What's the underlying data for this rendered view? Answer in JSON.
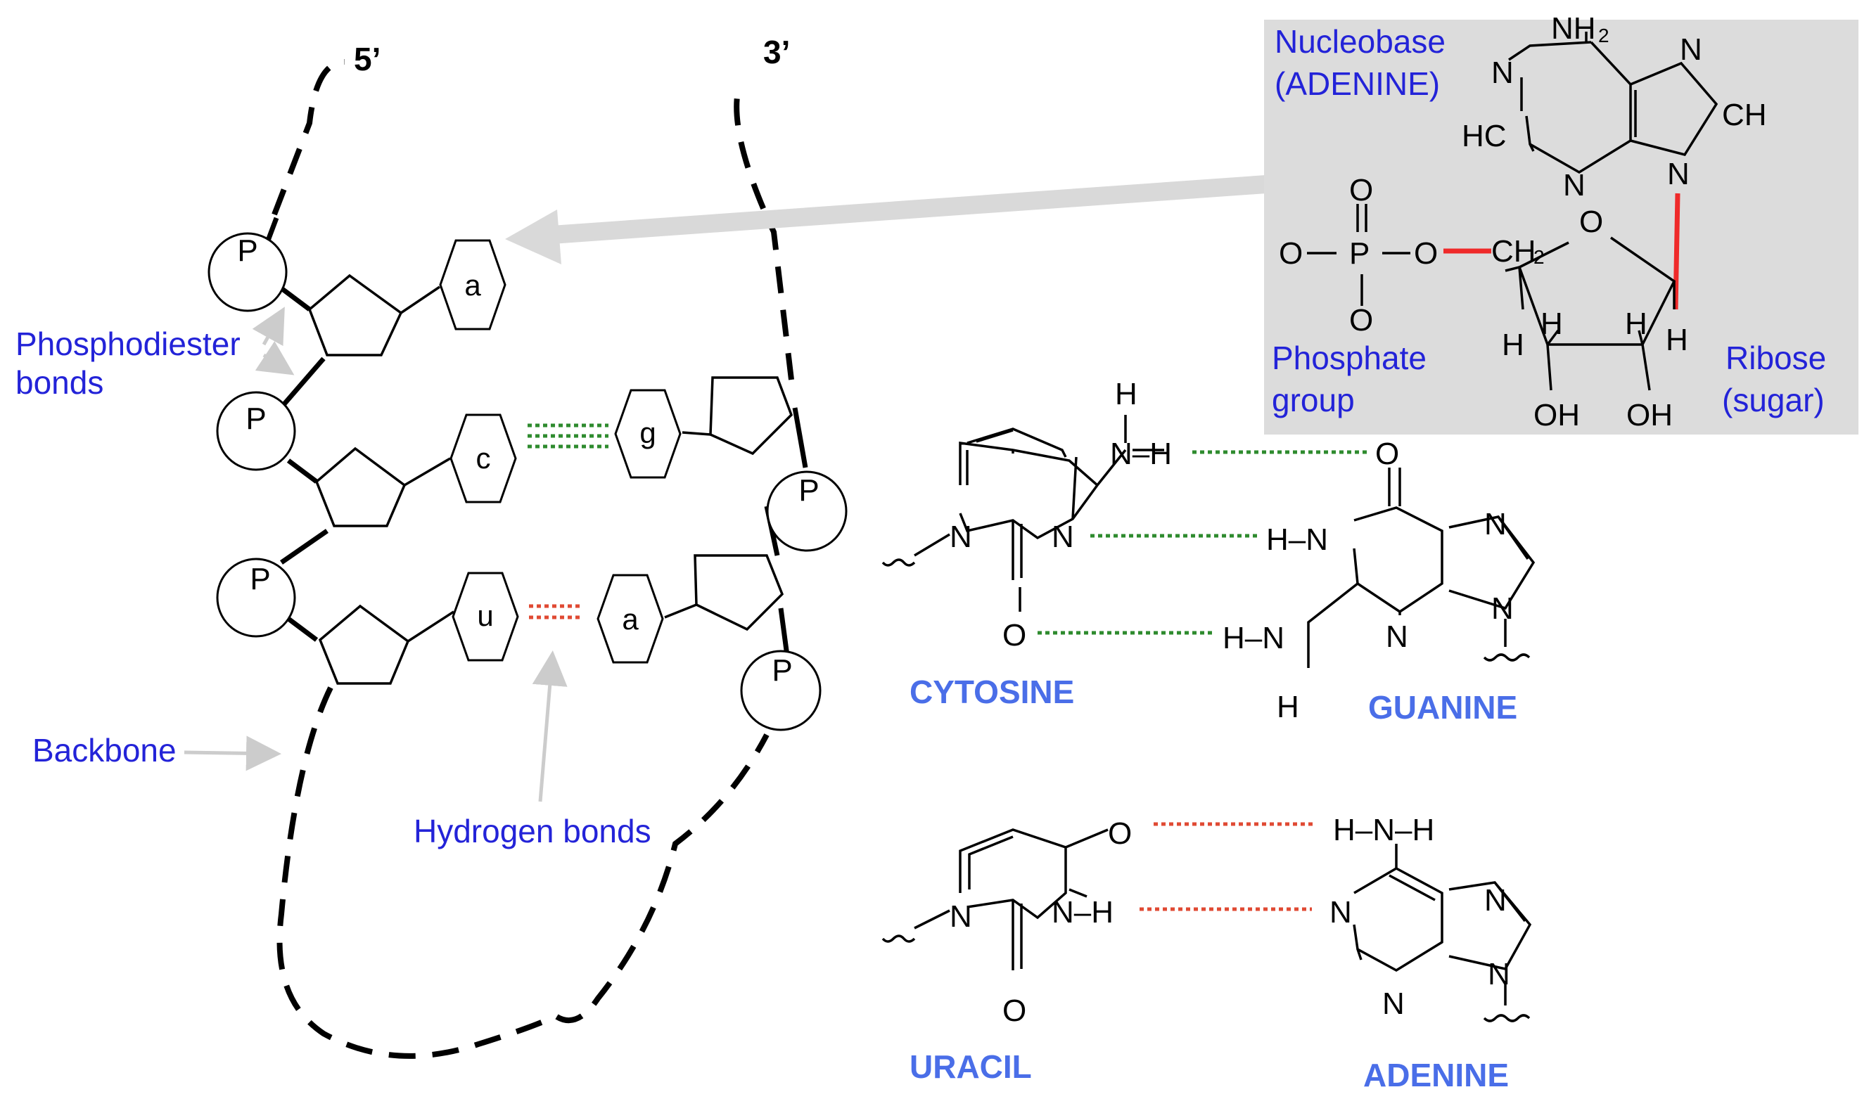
{
  "strand": {
    "end_5": "5’",
    "end_3": "3’",
    "phosphate": "P",
    "bases_left": [
      "a",
      "c",
      "u"
    ],
    "bases_right": [
      "g",
      "a"
    ]
  },
  "labels": {
    "phosphodiester": [
      "Phosphodiester",
      "bonds"
    ],
    "backbone": "Backbone",
    "hydrogen": "Hydrogen bonds"
  },
  "inset": {
    "nucleobase": [
      "Nucleobase",
      "(ADENINE)"
    ],
    "phosphate": [
      "Phosphate",
      "group"
    ],
    "ribose": [
      "Ribose",
      "(sugar)"
    ],
    "atoms": {
      "nh2": "NH",
      "two": "2",
      "n": "N",
      "ch": "CH",
      "hc": "HC",
      "o": "O",
      "p": "P",
      "ch2": "CH",
      "h": "H",
      "oh": "OH"
    }
  },
  "pairs": {
    "cytosine": "CYTOSINE",
    "guanine": "GUANINE",
    "uracil": "URACIL",
    "adenine": "ADENINE",
    "atoms": {
      "n": "N",
      "h": "H",
      "o": "O",
      "nh": "N–H",
      "hn": "H–N",
      "hnh": "H–N–H"
    }
  },
  "colors": {
    "label_blue": "#2323d8",
    "base_name_blue": "#4a6ee8",
    "hbond_green": "#2e8b2e",
    "hbond_red": "#e04a33",
    "inset_bg": "#dcdcdc",
    "arrow_gray": "#cccccc",
    "highlight_red": "#ef2a2a"
  }
}
